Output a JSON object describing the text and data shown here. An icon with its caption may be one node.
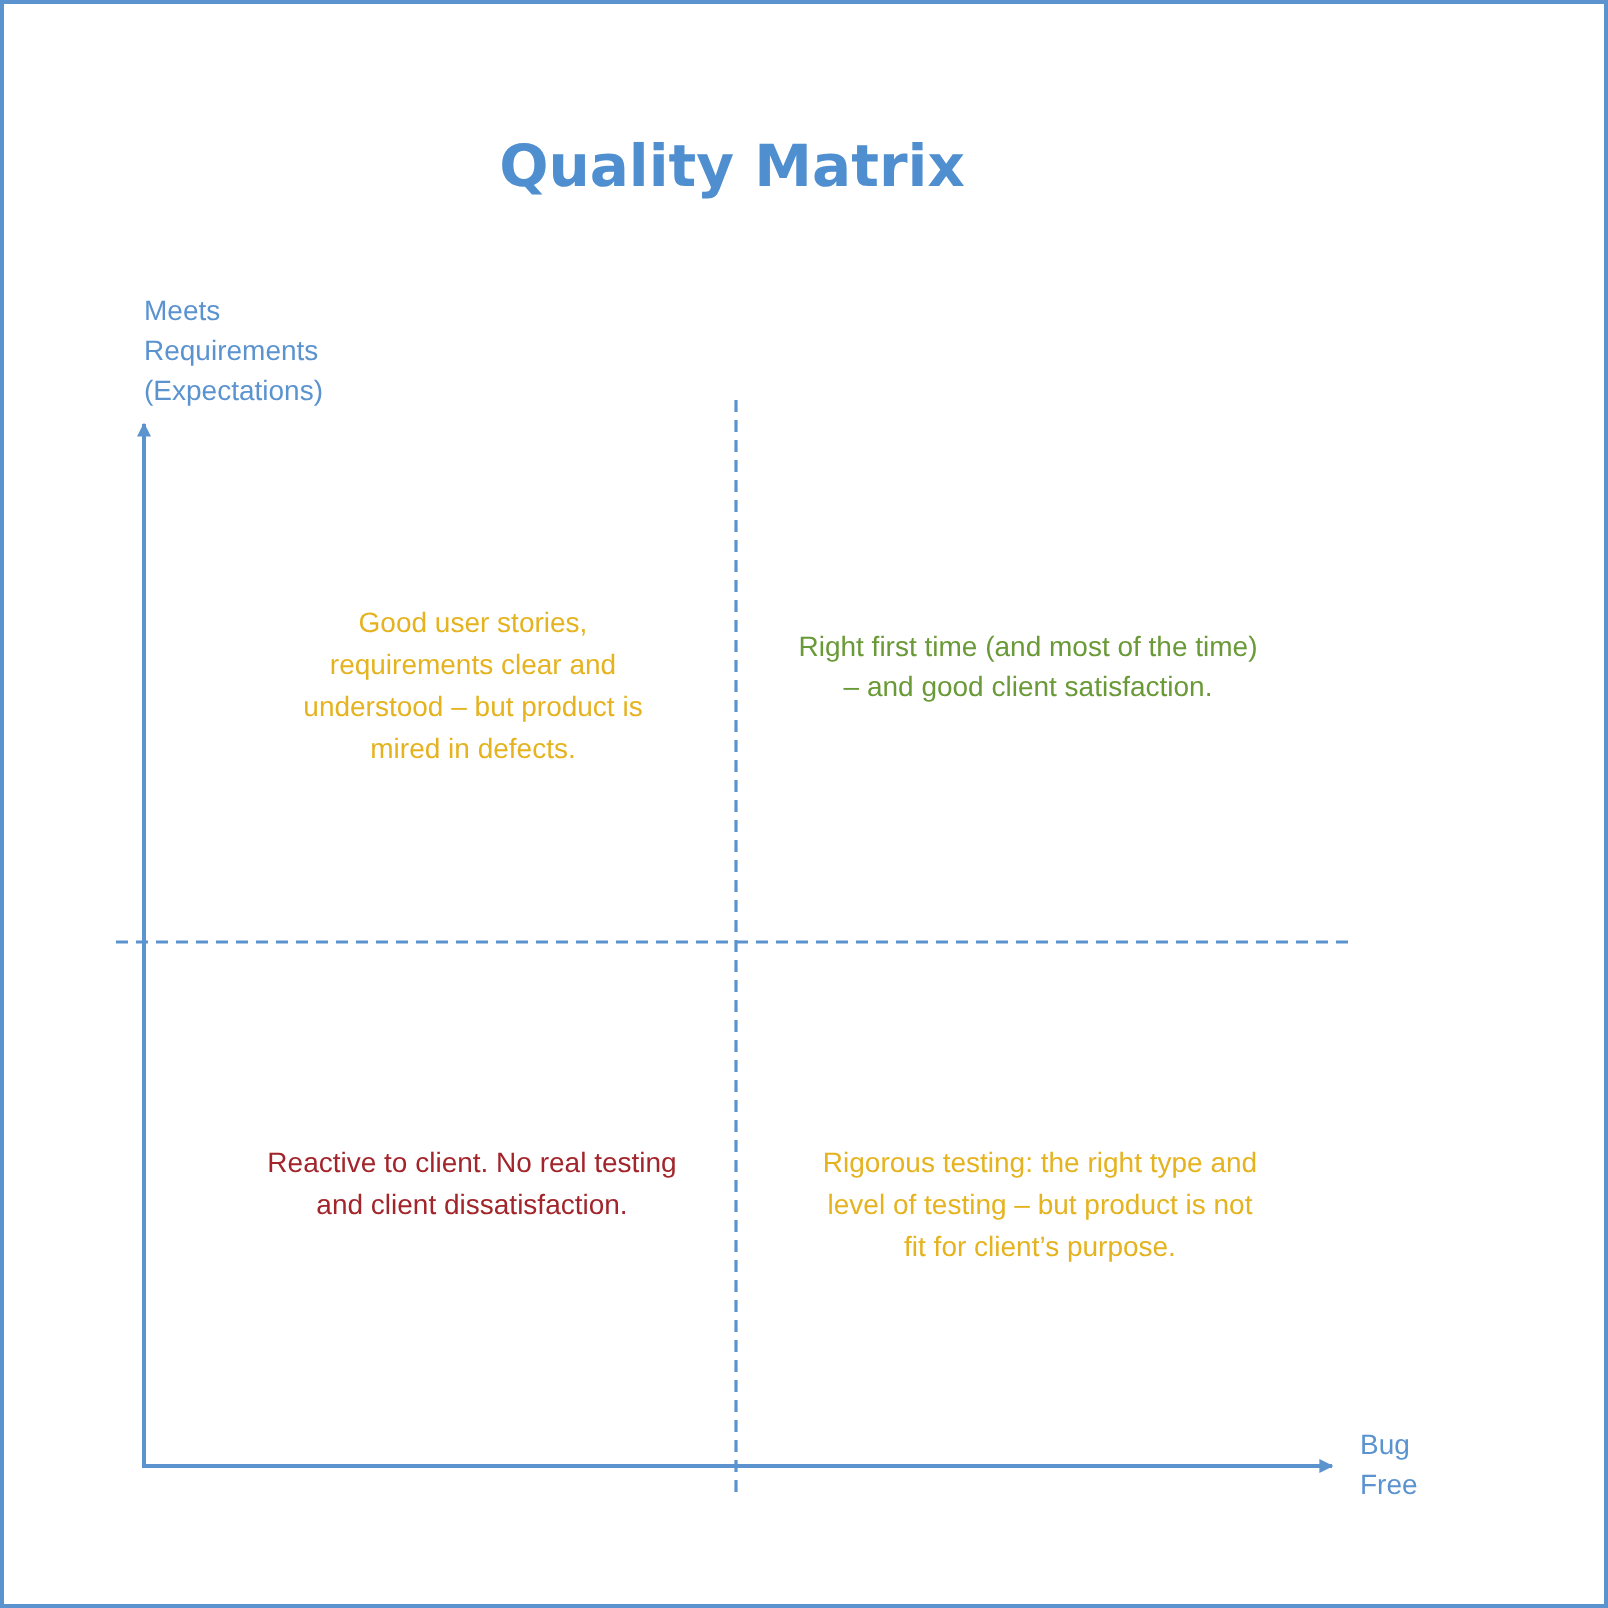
{
  "diagram": {
    "title": "Quality Matrix",
    "labels": [
      "Meets Requirements (Expectations)",
      "Good user stories, requirements clear and understood – but product is mired in defects.",
      "Right first time (and most of the time) – and good client satisfaction.",
      "Reactive to client. No real testing and client dissatisfaction.",
      "Rigorous testing: the right type and level of testing – but product is not fit for client’s purpose.",
      "Bug Free"
    ]
  }
}
